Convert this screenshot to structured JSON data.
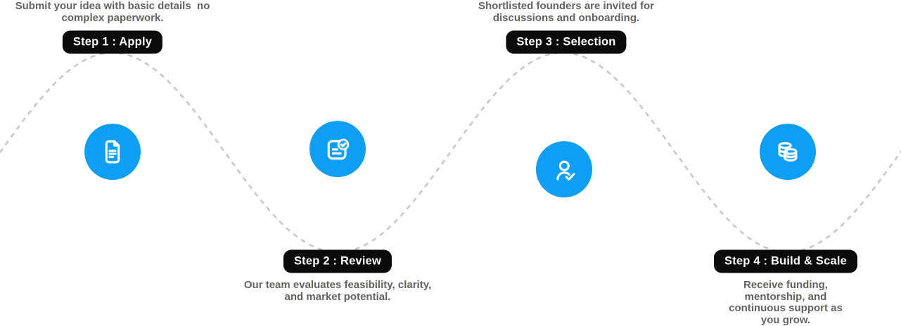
{
  "colors": {
    "accent_blue": "#0e9ef4",
    "badge_bg": "#0b0b0d",
    "badge_text": "#ffffff",
    "description_text": "#66625e",
    "wave": "#c6c9cb",
    "background": "#ffffff"
  },
  "wave": {
    "style": "dashed"
  },
  "steps": [
    {
      "label": "Step 1 : Apply",
      "description": "Submit your idea with basic details  no\ncomplex paperwork.",
      "icon": "document-icon"
    },
    {
      "label": "Step 2 : Review",
      "description": "Our team evaluates feasibility, clarity,\nand market potential.",
      "icon": "document-check-icon"
    },
    {
      "label": "Step 3 : Selection",
      "description": "Shortlisted founders are invited for\ndiscussions and onboarding.",
      "icon": "user-check-icon"
    },
    {
      "label": "Step 4 : Build & Scale",
      "description": "Receive funding, mentorship, and\ncontinuous support as you grow.",
      "icon": "coins-icon"
    }
  ]
}
